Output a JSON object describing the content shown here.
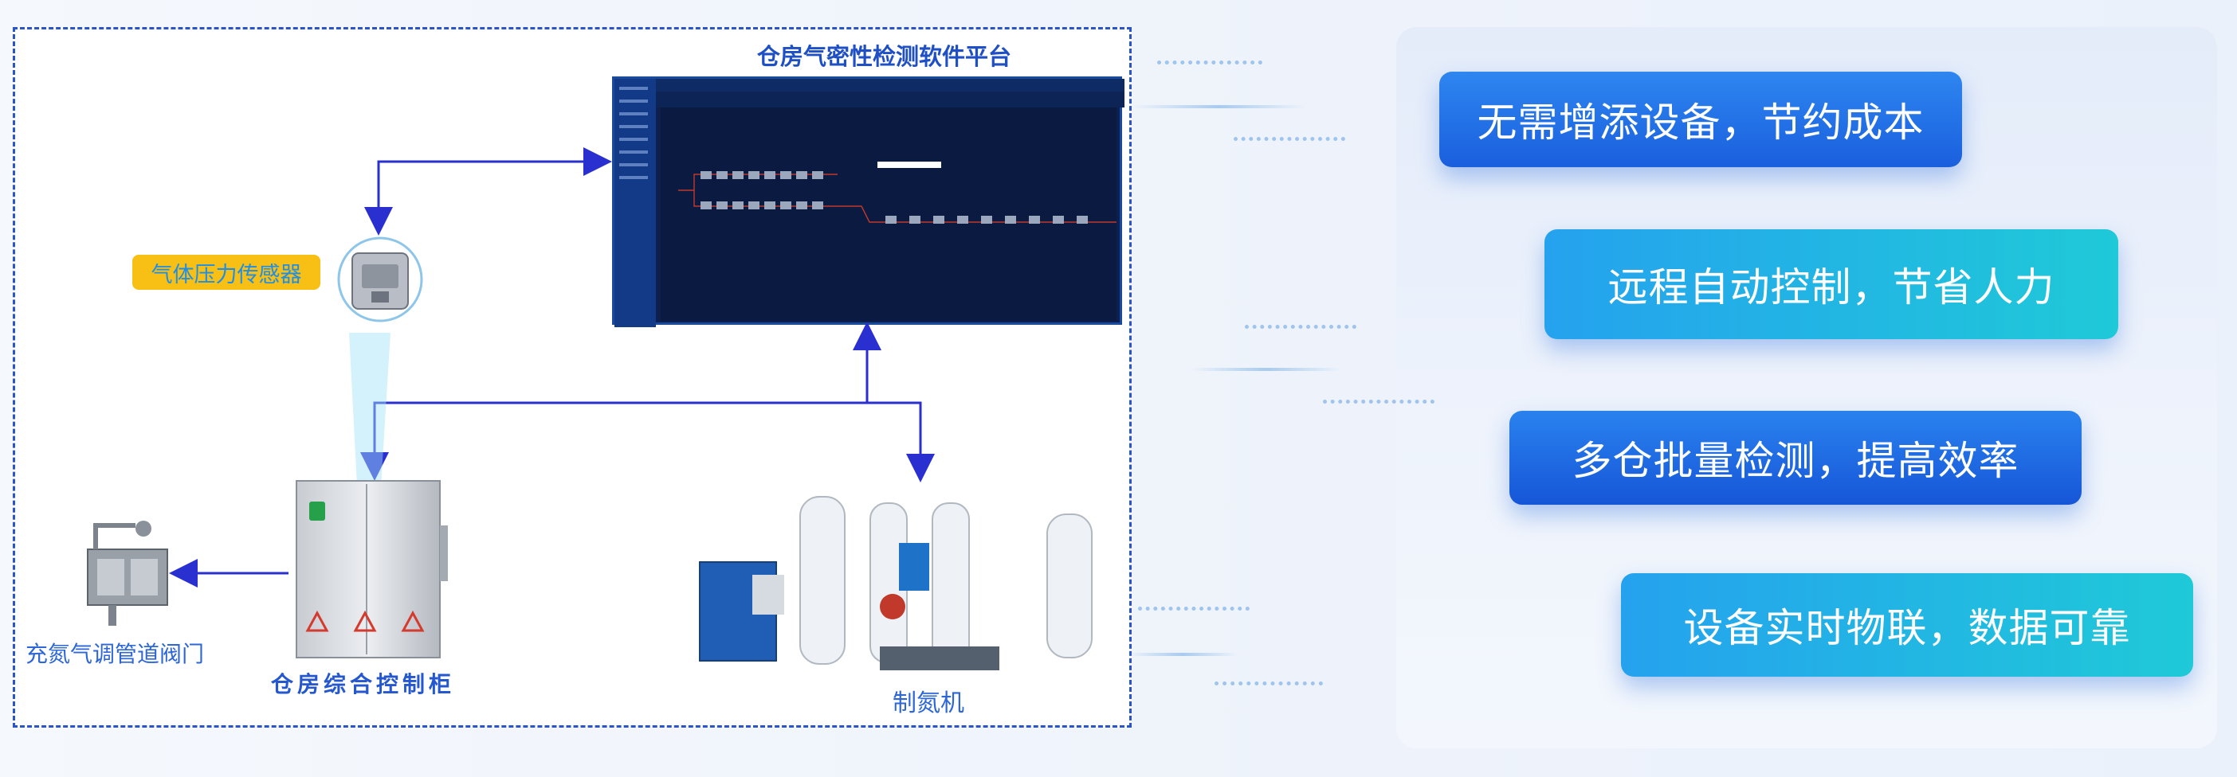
{
  "left_section": {
    "platform_title": "仓房气密性检测软件平台",
    "sensor_label": "气体压力传感器",
    "valve_label": "充氮气调管道阀门",
    "cabinet_label": "仓房综合控制柜",
    "generator_label": "制氮机"
  },
  "features": [
    {
      "text": "无需增添设备，节约成本"
    },
    {
      "text": "远程自动控制，节省人力"
    },
    {
      "text": "多仓批量检测，提高效率"
    },
    {
      "text": "设备实时物联，数据可靠"
    }
  ],
  "colors": {
    "accent_blue": "#1f4fc4",
    "pill_blue": "#1a5fde",
    "pill_cyan": "#1fc9d8",
    "sensor_tag_bg": "#f8bf14",
    "connector": "#2a2fd0"
  }
}
